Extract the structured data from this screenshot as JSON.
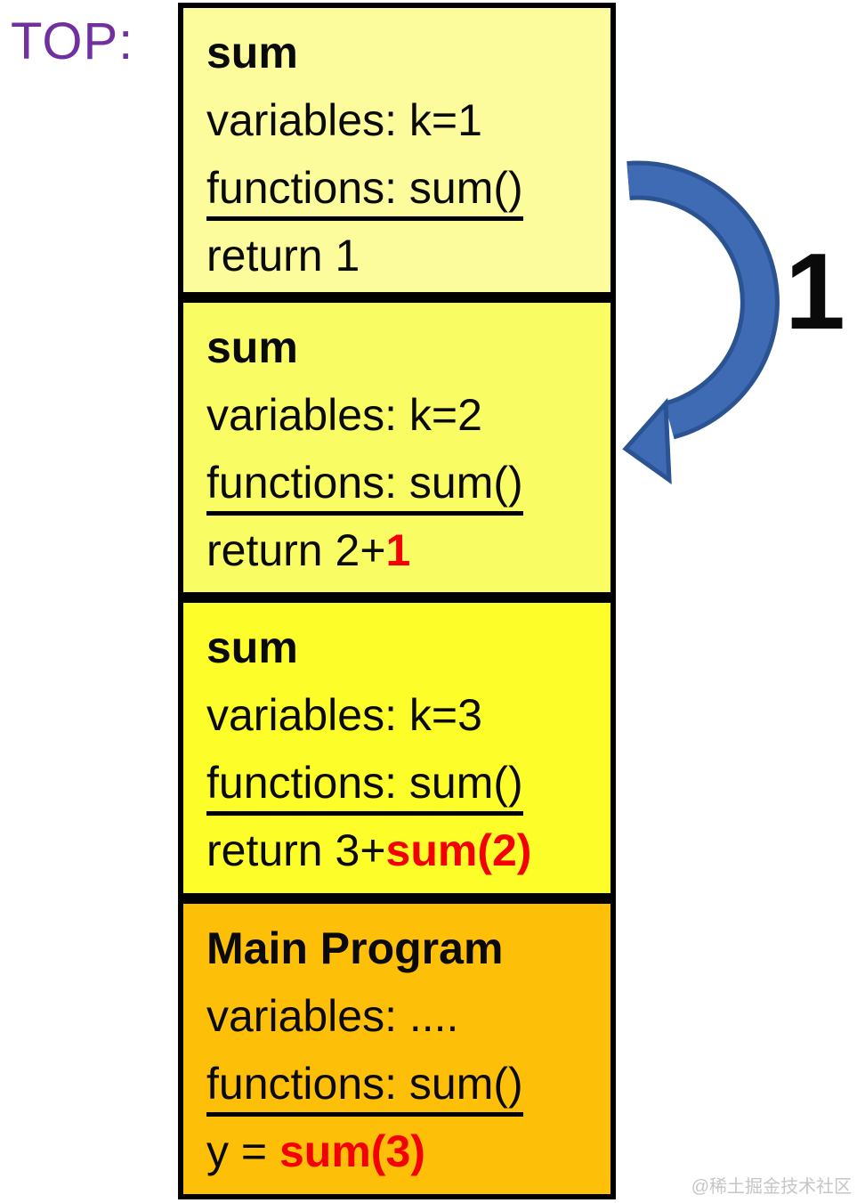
{
  "labels": {
    "top": "TOP:",
    "arrow_value": "1",
    "watermark": "@稀土掘金技术社区"
  },
  "colors": {
    "frame1_bg": "#FCFC9C",
    "frame2_bg": "#FAFC64",
    "frame3_bg": "#FDFD2A",
    "frame4_bg": "#FDBF08",
    "border": "#000000",
    "top_label": "#7030A0",
    "red": "#F40000",
    "arrow_fill": "#3E6BB4",
    "arrow_outline": "#2B5291",
    "watermark": "#C6C6C6"
  },
  "frames": [
    {
      "title": "sum",
      "variables": "variables: k=1",
      "functions": "functions: sum()",
      "last_prefix": "return 1",
      "last_red": ""
    },
    {
      "title": "sum",
      "variables": "variables: k=2",
      "functions": "functions: sum()",
      "last_prefix": "return 2+",
      "last_red": "1"
    },
    {
      "title": "sum",
      "variables": "variables: k=3",
      "functions": "functions: sum()",
      "last_prefix": "return 3+",
      "last_red": "sum(2)"
    },
    {
      "title": "Main Program",
      "variables": "variables: ....",
      "functions": "functions: sum()",
      "last_prefix": "y = ",
      "last_red": "sum(3)"
    }
  ]
}
